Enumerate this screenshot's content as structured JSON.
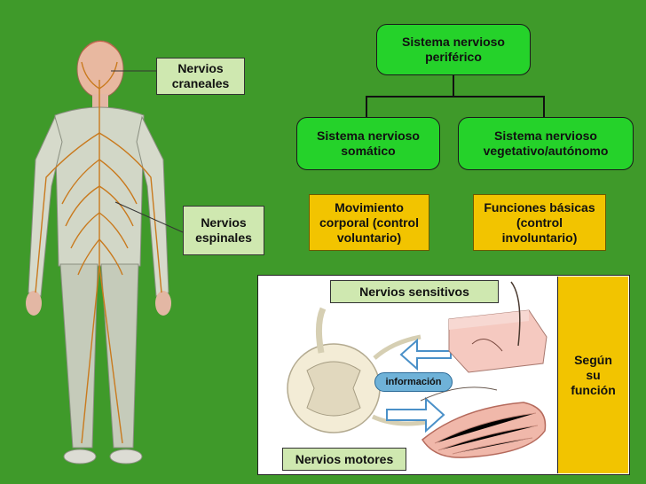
{
  "colors": {
    "background": "#3f9a2a",
    "green_box": "#25d22a",
    "yellow_box": "#f2c400",
    "label_box": "#cfe8b0",
    "panel": "#ffffff",
    "info_pill": "#6fb2d8"
  },
  "nodes": {
    "peripheral": "Sistema nervioso\nperiférico",
    "somatic": "Sistema nervioso\nsomático",
    "autonomic": "Sistema nervioso\nvegetativo/autónomo",
    "voluntary": "Movimiento\ncorporal (control\nvoluntario)",
    "involuntary": "Funciones básicas\n(control\ninvoluntario)"
  },
  "labels": {
    "cranial": "Nervios\ncraneales",
    "spinal": "Nervios\nespinales",
    "sensory": "Nervios sensitivos",
    "motor": "Nervios motores",
    "info": "información",
    "function": "Según\nsu\nfunción"
  },
  "icons": {
    "figure": "human-nervous-system-figure-icon",
    "spinal_cord": "spinal-cord-cross-section-icon",
    "skin": "skin-tissue-icon",
    "muscle": "muscle-icon"
  }
}
